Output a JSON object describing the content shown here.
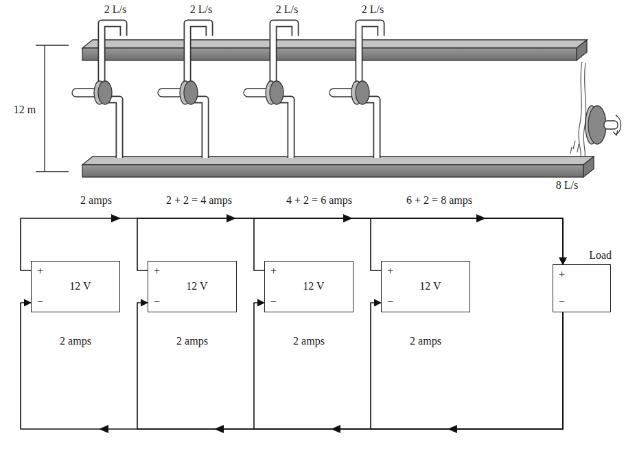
{
  "diagram": {
    "nodes": [
      {
        "text": [
          "+",
          "12 V",
          "−"
        ]
      },
      {
        "text": [
          "+",
          "12 V",
          "−"
        ]
      },
      {
        "text": [
          "+",
          "12 V",
          "−"
        ]
      },
      {
        "text": [
          "+",
          "12 V",
          "−"
        ]
      },
      {
        "text": [
          "Load",
          "+",
          "−"
        ]
      }
    ],
    "edges": [
      {
        "from": 0,
        "to": 4,
        "arrow": "to"
      },
      {
        "from": 1,
        "to": 4,
        "arrow": "to"
      },
      {
        "from": 2,
        "to": 4,
        "arrow": "to"
      },
      {
        "from": 3,
        "to": 4,
        "arrow": "to"
      },
      {
        "from": 4,
        "to": 0,
        "arrow": "to"
      },
      {
        "from": 4,
        "to": 1,
        "arrow": "to"
      },
      {
        "from": 4,
        "to": 2,
        "arrow": "to"
      },
      {
        "from": 4,
        "to": 3,
        "arrow": "to"
      }
    ],
    "labels": [
      "2 L/s",
      "2 L/s",
      "2 L/s",
      "2 L/s",
      "12 m",
      "8 L/s",
      "2 amps",
      "2 + 2 = 4 amps",
      "4 + 2 = 6 amps",
      "6 + 2 = 8 amps",
      "2 amps",
      "2 amps",
      "2 amps",
      "2 amps"
    ]
  }
}
